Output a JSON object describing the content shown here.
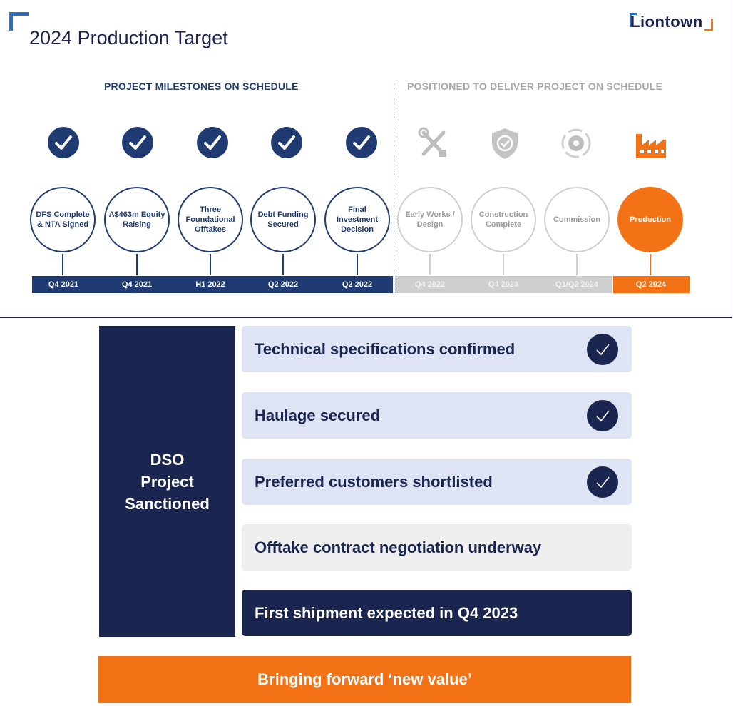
{
  "colors": {
    "navy": "#1f3b72",
    "dark_navy": "#1b2650",
    "orange": "#f47216",
    "grey": "#c9c9c9",
    "grey_text": "#9a9a9a",
    "light_blue_row": "#dfe4f5",
    "light_grey_row": "#efefef",
    "logo_blue": "#2d6fc6"
  },
  "slide": {
    "title": "2024 Production Target",
    "logo_text": "Liontown",
    "left_heading": "PROJECT MILESTONES ON SCHEDULE",
    "right_heading": "POSITIONED TO DELIVER PROJECT ON SCHEDULE",
    "milestones": [
      {
        "label": "DFS Complete & NTA Signed",
        "date": "Q4 2021",
        "status": "complete",
        "icon": "check-icon"
      },
      {
        "label": "A$463m Equity Raising",
        "date": "Q4 2021",
        "status": "complete",
        "icon": "check-icon"
      },
      {
        "label": "Three Foundational Offtakes",
        "date": "H1 2022",
        "status": "complete",
        "icon": "check-icon"
      },
      {
        "label": "Debt Funding Secured",
        "date": "Q2 2022",
        "status": "complete",
        "icon": "check-icon"
      },
      {
        "label": "Final Investment Decision",
        "date": "Q2 2022",
        "status": "complete",
        "icon": "check-icon"
      },
      {
        "label": "Early Works / Design",
        "date": "Q4 2022",
        "status": "future",
        "icon": "tools-icon"
      },
      {
        "label": "Construction Complete",
        "date": "Q4 2023",
        "status": "future",
        "icon": "shield-check-icon"
      },
      {
        "label": "Commission",
        "date": "Q1/Q2 2024",
        "status": "future",
        "icon": "gear-cycle-icon"
      },
      {
        "label": "Production",
        "date": "Q2 2024",
        "status": "target",
        "icon": "factory-icon"
      }
    ]
  },
  "dso": {
    "label": "DSO\nProject\nSanctioned",
    "items": [
      {
        "text": "Technical specifications confirmed",
        "checked": true,
        "style": "light"
      },
      {
        "text": "Haulage secured",
        "checked": true,
        "style": "light"
      },
      {
        "text": "Preferred customers shortlisted",
        "checked": true,
        "style": "light"
      },
      {
        "text": "Offtake contract negotiation underway",
        "checked": false,
        "style": "grey"
      },
      {
        "text": "First shipment expected in Q4 2023",
        "checked": false,
        "style": "dark"
      }
    ],
    "cta": "Bringing forward ‘new value’"
  }
}
